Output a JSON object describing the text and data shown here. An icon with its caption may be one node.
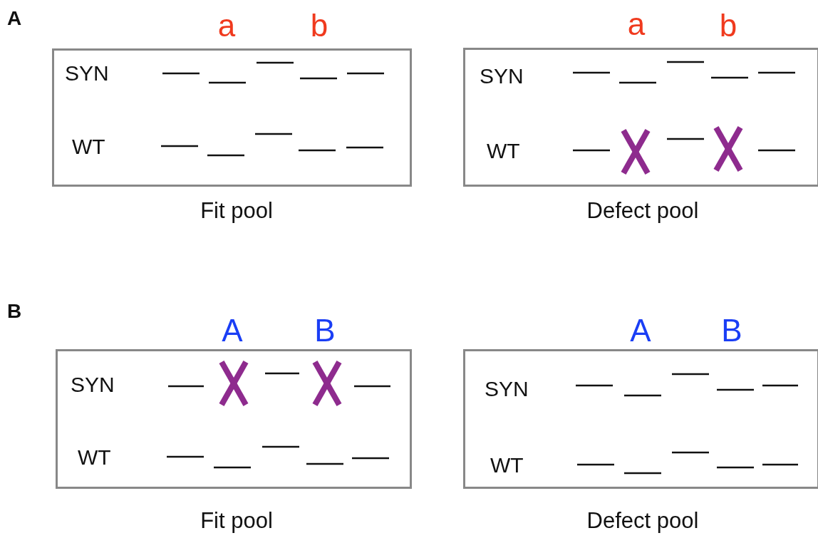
{
  "diagram": {
    "nodes": [
      {
        "text": [
          "SYN",
          "WT"
        ],
        "beside": [
          "Fit pool"
        ]
      },
      {
        "text": [
          "SYN",
          "WT"
        ],
        "beside": [
          "Defect pool"
        ]
      },
      {
        "text": [
          "SYN",
          "WT"
        ],
        "beside": [
          "Fit pool"
        ]
      },
      {
        "text": [
          "SYN",
          "WT"
        ],
        "beside": [
          "Defect pool"
        ]
      }
    ],
    "edges": [],
    "labels": [
      "A",
      "a",
      "b",
      "a",
      "b",
      "B",
      "A",
      "B",
      "A",
      "B"
    ]
  }
}
